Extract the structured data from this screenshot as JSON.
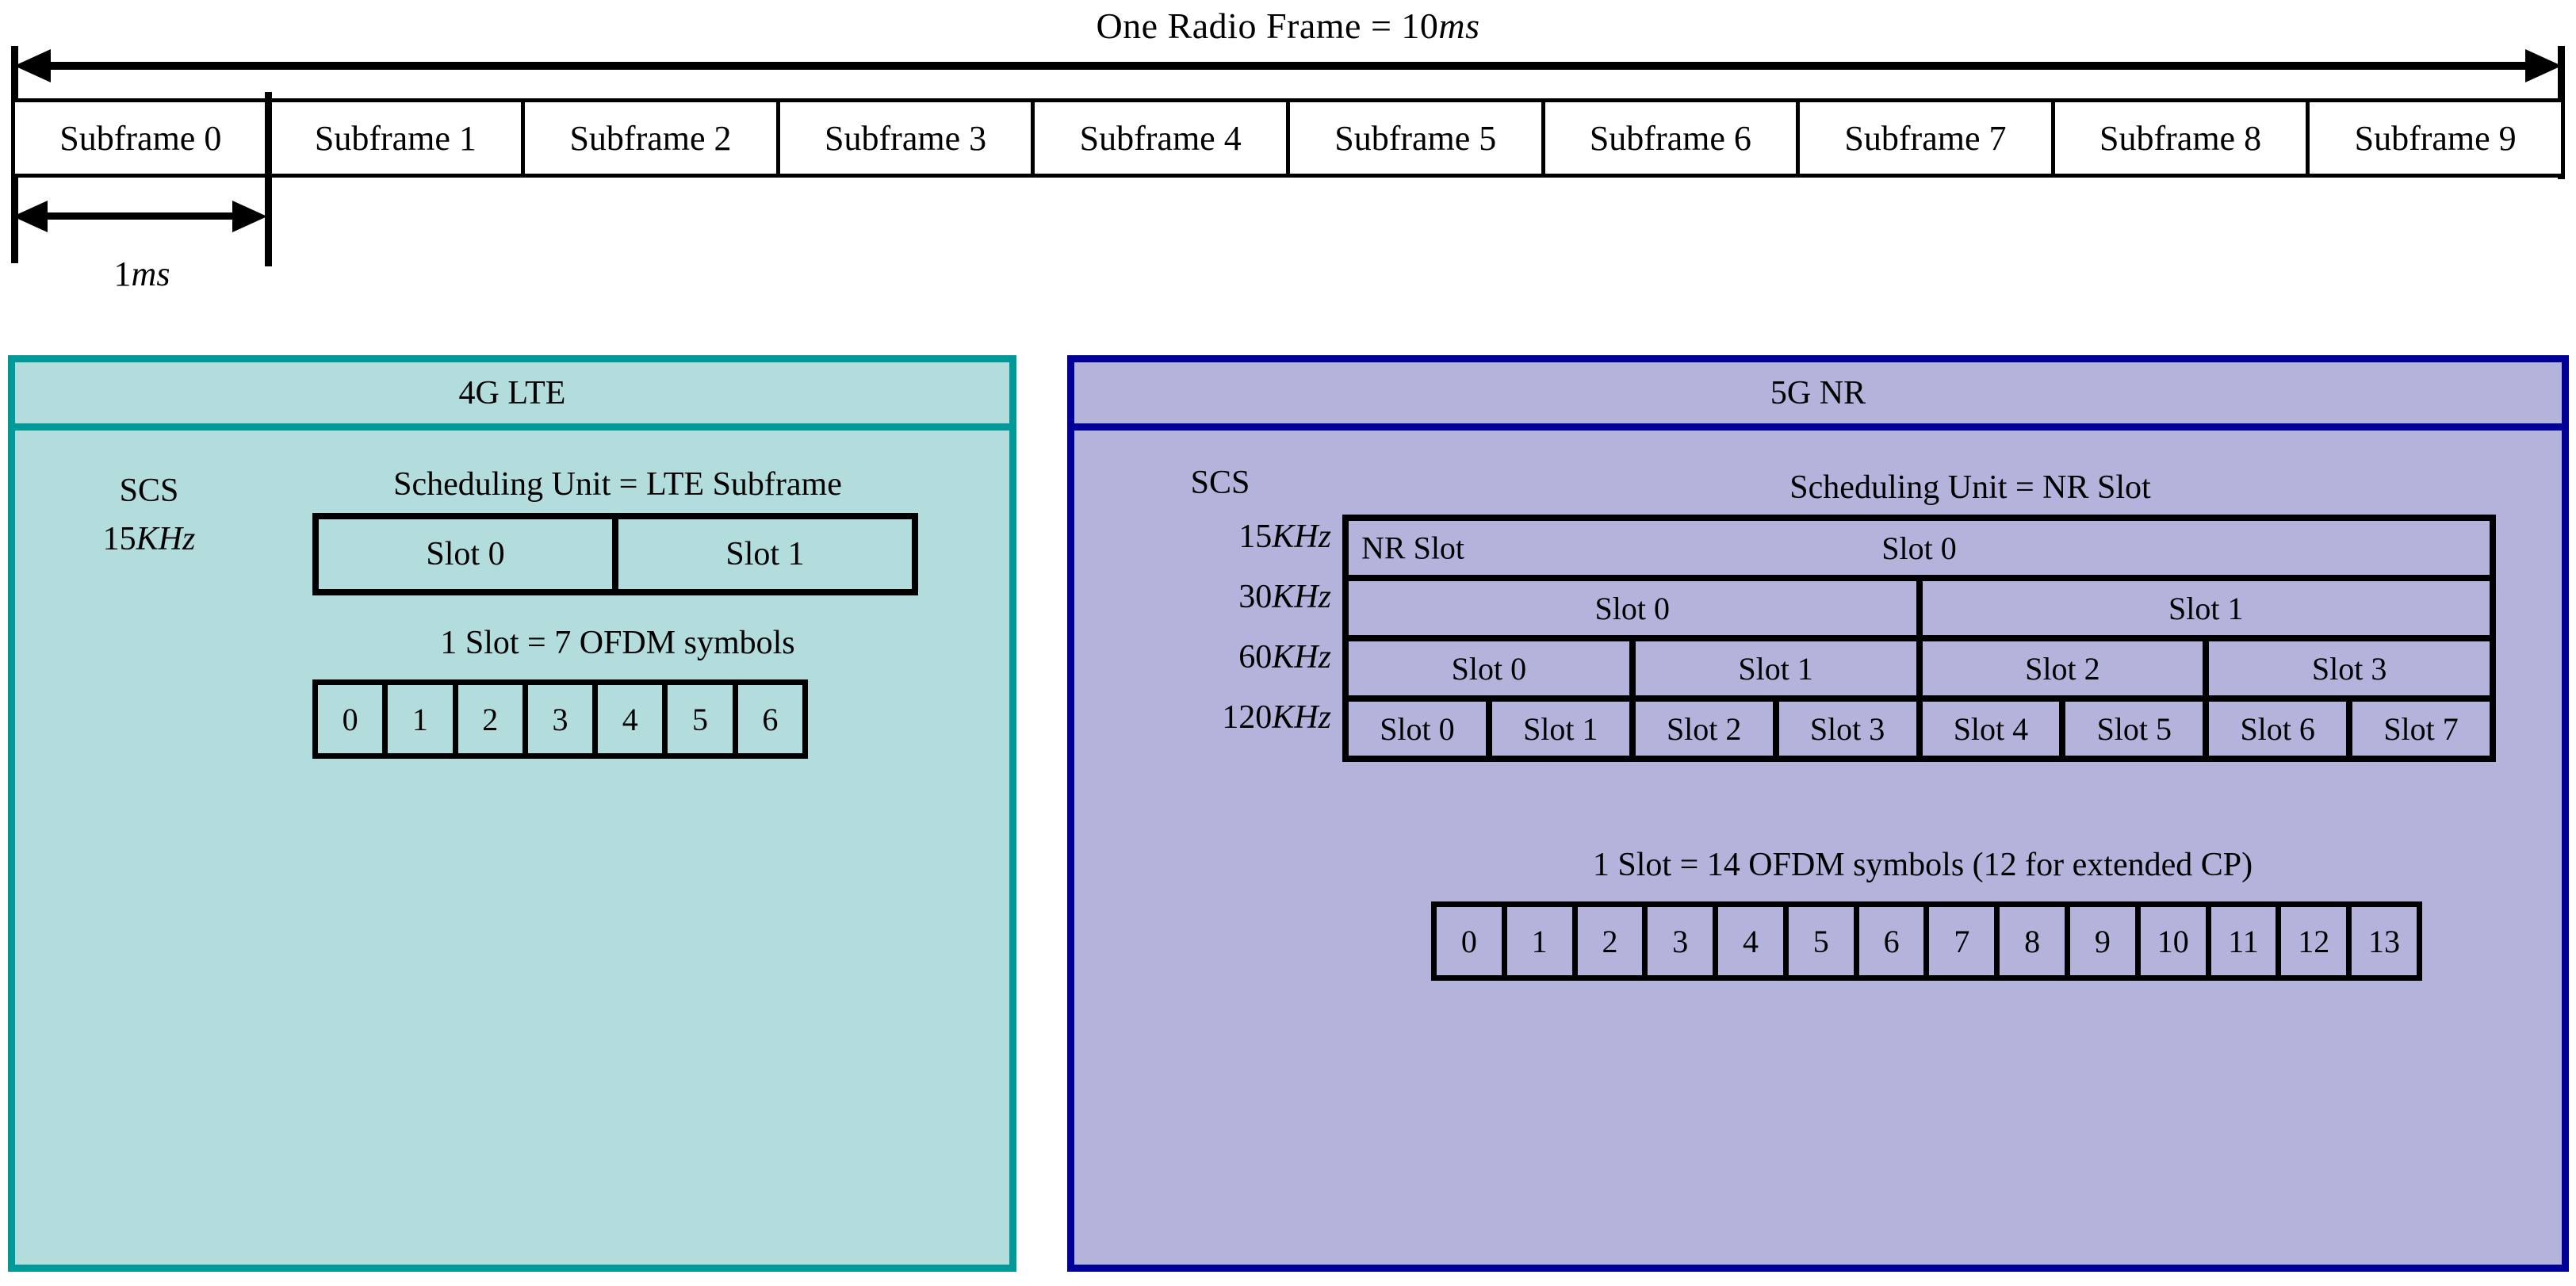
{
  "frame": {
    "title_prefix": "One Radio Frame = 10",
    "title_unit": "ms",
    "measure_value": "1",
    "measure_unit": "ms",
    "subframes": [
      "Subframe 0",
      "Subframe 1",
      "Subframe 2",
      "Subframe 3",
      "Subframe 4",
      "Subframe 5",
      "Subframe 6",
      "Subframe 7",
      "Subframe 8",
      "Subframe 9"
    ]
  },
  "lte": {
    "panel_title": "4G LTE",
    "border_color": "#009999",
    "fill_color": "#b3dcdc",
    "scs_word": "SCS",
    "scs_value": "15",
    "scs_unit": "KHz",
    "scheduling_label": "Scheduling Unit = LTE Subframe",
    "slots": [
      "Slot 0",
      "Slot 1"
    ],
    "symbol_label": "1 Slot = 7 OFDM symbols",
    "symbols": [
      "0",
      "1",
      "2",
      "3",
      "4",
      "5",
      "6"
    ]
  },
  "nr": {
    "panel_title": "5G NR",
    "border_color": "#000099",
    "fill_color": "#b3b3dc",
    "scs_word": "SCS",
    "scs_rows": [
      {
        "value": "15",
        "unit": "KHz"
      },
      {
        "value": "30",
        "unit": "KHz"
      },
      {
        "value": "60",
        "unit": "KHz"
      },
      {
        "value": "120",
        "unit": "KHz"
      }
    ],
    "scheduling_label": "Scheduling Unit = NR Slot",
    "nr_slot_tag": "NR Slot",
    "grid_rows": [
      [
        "Slot 0"
      ],
      [
        "Slot 0",
        "Slot 1"
      ],
      [
        "Slot 0",
        "Slot 1",
        "Slot 2",
        "Slot 3"
      ],
      [
        "Slot 0",
        "Slot 1",
        "Slot 2",
        "Slot 3",
        "Slot 4",
        "Slot 5",
        "Slot 6",
        "Slot 7"
      ]
    ],
    "symbol_label": "1 Slot = 14 OFDM symbols (12 for extended CP)",
    "symbols": [
      "0",
      "1",
      "2",
      "3",
      "4",
      "5",
      "6",
      "7",
      "8",
      "9",
      "10",
      "11",
      "12",
      "13"
    ]
  }
}
